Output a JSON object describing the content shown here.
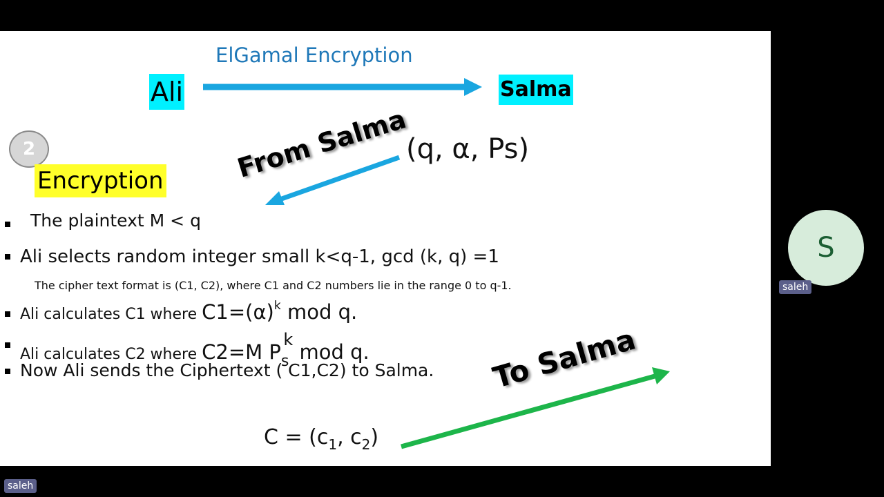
{
  "slide": {
    "title": "ElGamal Encryption",
    "sender": "Ali",
    "receiver": "Salma",
    "step_number": "2",
    "section_heading": "Encryption",
    "from_label": "From Salma",
    "public_params": "(q, α, Ps)",
    "bullets": {
      "b1": "The plaintext M < q",
      "b2": "Ali selects random integer small k<q-1, gcd (k, q) =1",
      "note": "The cipher text format is (C1, C2), where C1 and C2 numbers lie in the range 0 to q-1.",
      "b3_prefix": "Ali calculates C1 where ",
      "b3_formula": "C1=(α)",
      "b3_sup": "k",
      "b3_suffix": " mod q.",
      "b4_prefix": "Ali calculates C2 where ",
      "b4_formula": "C2=M P",
      "b4_sub": "s",
      "b4_sup": "k",
      "b4_suffix": " mod q.",
      "b5": "Now Ali sends the Ciphertext ( C1,C2) to Salma."
    },
    "to_label": "To Salma",
    "ciphertext": {
      "lhs": "C = (c",
      "sub1": "1",
      "mid": ", c",
      "sub2": "2",
      "rhs": ")"
    }
  },
  "participant": {
    "avatar_letter": "S",
    "name": "saleh"
  },
  "self_view": {
    "name": "saleh"
  },
  "colors": {
    "title_blue": "#1f78b8",
    "cyan_highlight": "#00f0ff",
    "yellow_highlight": "#ffff2a",
    "arrow_blue": "#1aa6e0",
    "arrow_green": "#1db54a",
    "avatar_bg": "#d7ecdb",
    "name_tag_bg": "#5b5f8a"
  }
}
